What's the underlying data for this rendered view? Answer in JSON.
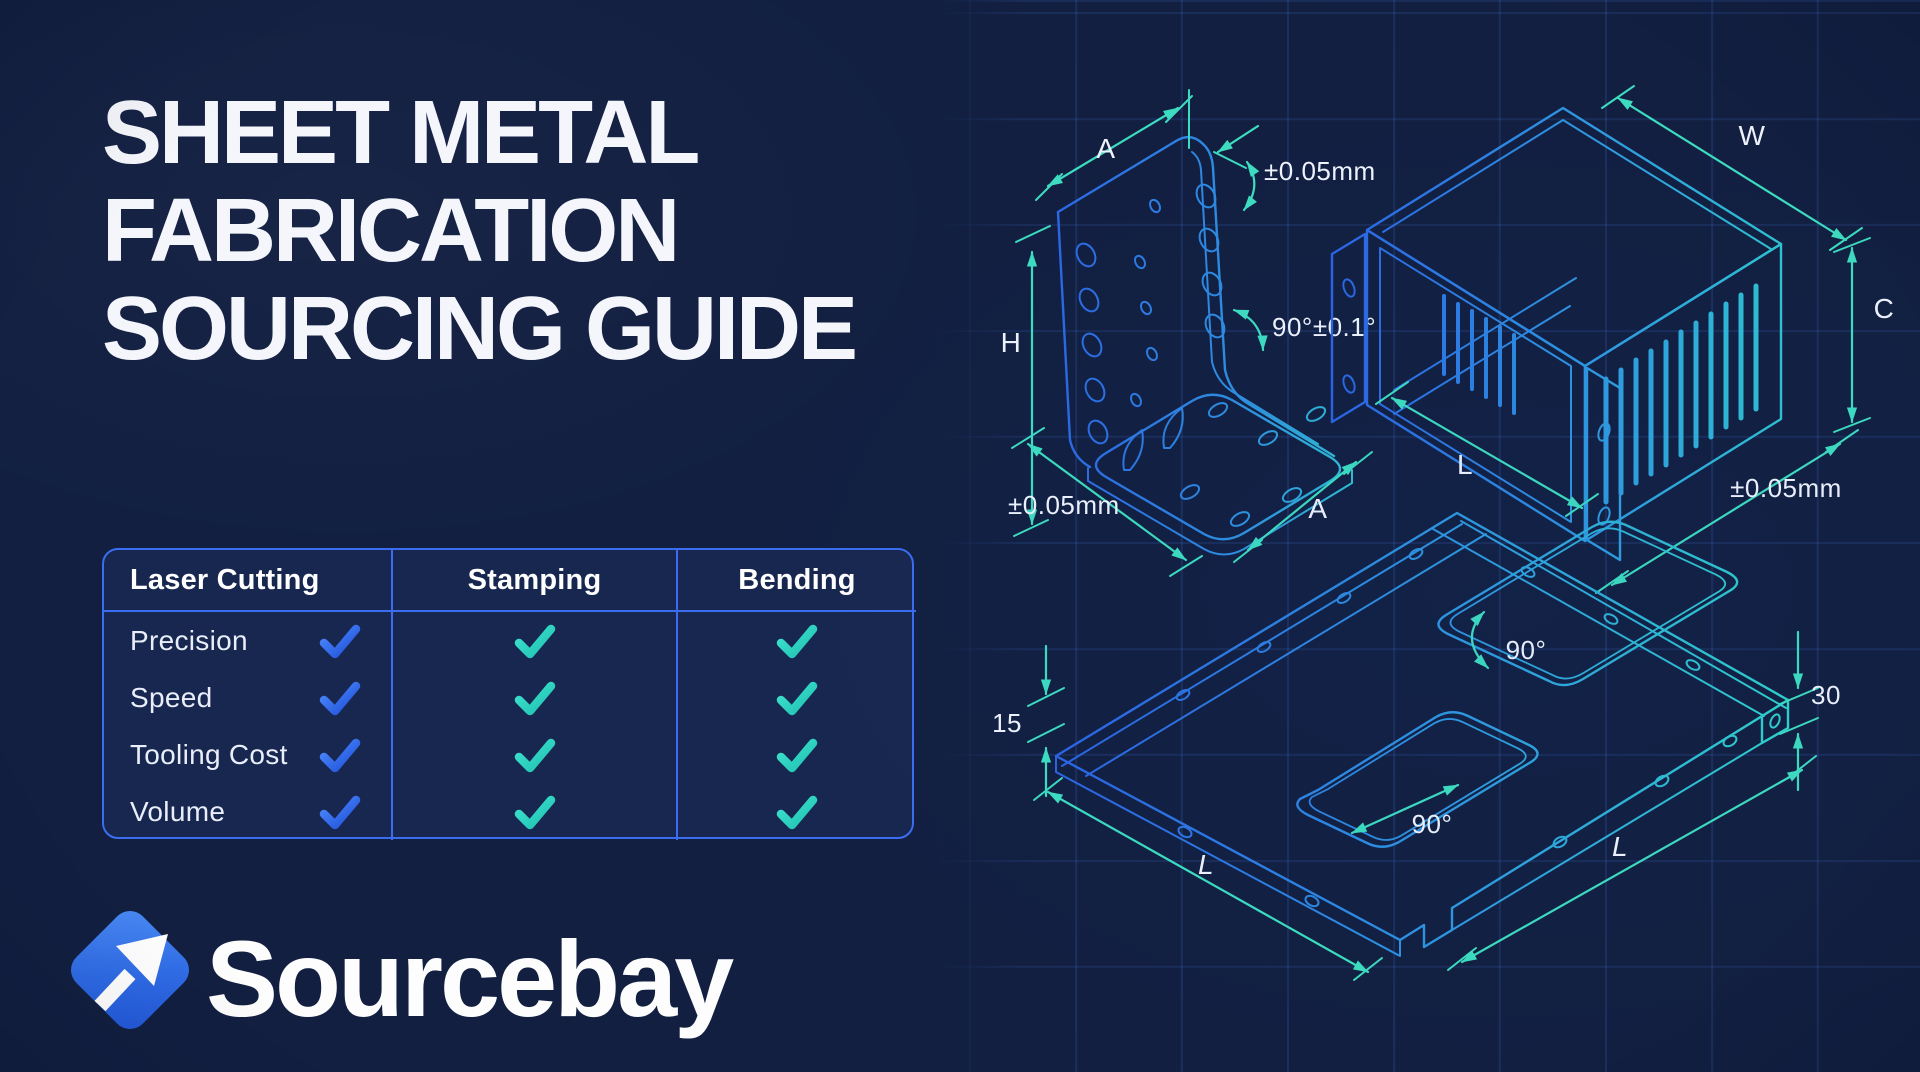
{
  "colors": {
    "background": "#121f41",
    "accent_blue": "#2e6be6",
    "accent_teal": "#2fd9c8",
    "table_border": "#3a6df0",
    "check_blue": "#2f6fee",
    "check_teal": "#2bd4c0",
    "dimension": "#3ddcc0"
  },
  "title": {
    "lines": [
      "SHEET METAL",
      "FABRICATION",
      "SOURCING GUIDE"
    ]
  },
  "comparison_table": {
    "columns": [
      "Laser Cutting",
      "Stamping",
      "Bending"
    ],
    "rows": [
      {
        "criterion": "Precision",
        "laser_cutting": true,
        "stamping": true,
        "bending": true
      },
      {
        "criterion": "Speed",
        "laser_cutting": true,
        "stamping": true,
        "bending": true
      },
      {
        "criterion": "Tooling Cost",
        "laser_cutting": true,
        "stamping": true,
        "bending": true
      },
      {
        "criterion": "Volume",
        "laser_cutting": true,
        "stamping": true,
        "bending": true
      }
    ]
  },
  "brand": {
    "name": "Sourcebay"
  },
  "blueprints": {
    "bracket": {
      "dim_width": "A",
      "tolerance_top": "±0.05mm",
      "dim_height": "H",
      "bend_angle": "90°±0.1°",
      "tolerance_bottom": "±0.05mm",
      "dim_depth": "A"
    },
    "enclosure": {
      "dim_width": "W",
      "dim_height": "C",
      "dim_length": "L",
      "tolerance": "±0.05mm"
    },
    "tray": {
      "dim_flange_height": "15",
      "angle_upper": "90°",
      "dim_edge": "30",
      "angle_lower": "90°",
      "dim_length_left": "L",
      "dim_length_right": "L"
    }
  }
}
